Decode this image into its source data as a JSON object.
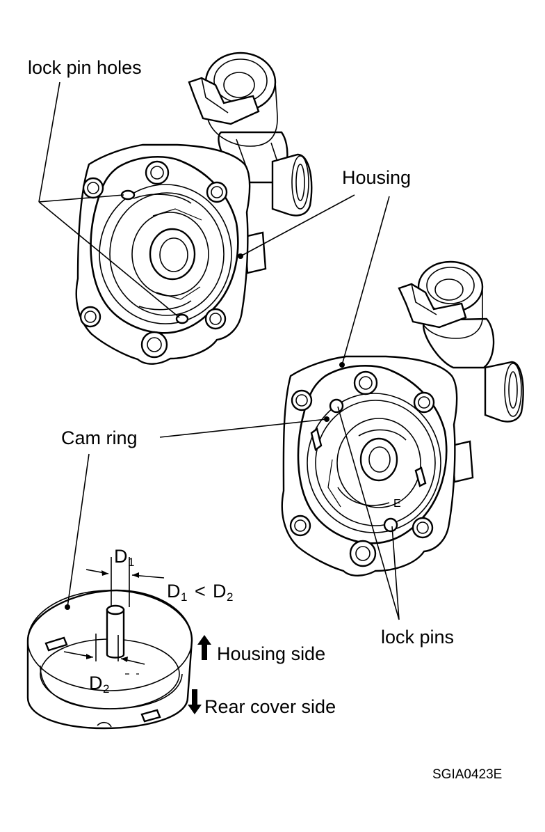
{
  "figure": {
    "labels": {
      "lock_pin_holes": "lock pin holes",
      "housing": "Housing",
      "cam_ring": "Cam ring",
      "d1": "D",
      "d1_sub": "1",
      "compare_d1": "D",
      "compare_d1_sub": "1",
      "compare_op": "<",
      "compare_d2": "D",
      "compare_d2_sub": "2",
      "d2": "D",
      "d2_sub": "2",
      "housing_side": "Housing side",
      "rear_cover_side": "Rear cover side",
      "lock_pins": "lock pins",
      "e_mark": "E",
      "figure_code": "SGIA0423E"
    },
    "colors": {
      "line": "#000000",
      "background": "#ffffff"
    }
  }
}
